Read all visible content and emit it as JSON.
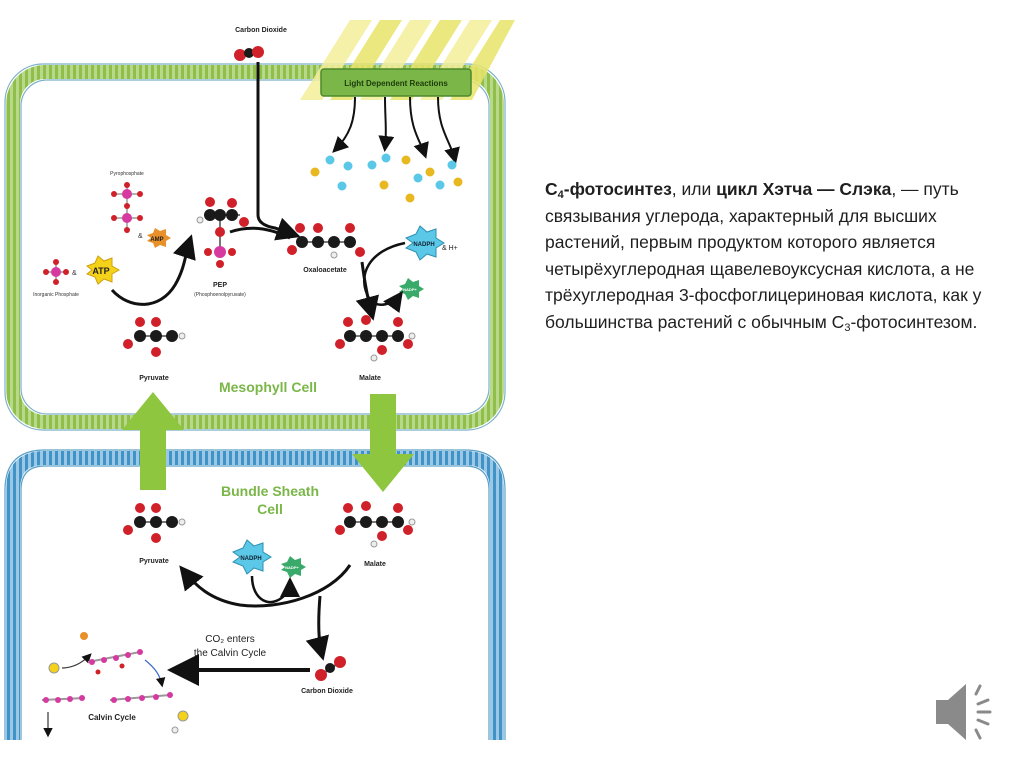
{
  "diagram": {
    "carbon_dioxide_top": "Carbon Dioxide",
    "light_reactions": "Light Dependent Reactions",
    "pyrophosphate": "Pyrophosphate",
    "amp": "AMP",
    "atp": "ATP",
    "inorganic_phosphate": "Inorganic Phosphate",
    "pep": "PEP",
    "pep_full": "(Phosphoenolpyruvate)",
    "oxaloacetate": "Oxaloacetate",
    "nadph": "NADPH",
    "nadp": "NADP+",
    "h_plus": "& H+",
    "amp_ampersand": "&",
    "atp_ampersand": "&",
    "pyruvate": "Pyruvate",
    "malate": "Malate",
    "mesophyll_cell": "Mesophyll Cell",
    "bundle_sheath_line1": "Bundle Sheath",
    "bundle_sheath_line2": "Cell",
    "co2_enters_line1": "CO₂ enters",
    "co2_enters_line2": "the Calvin Cycle",
    "carbon_dioxide_bottom": "Carbon Dioxide",
    "calvin_cycle": "Calvin Cycle"
  },
  "text": {
    "c4_prefix": "C",
    "c4_sub": "4",
    "c4_rest": "-фотосинтез",
    "mid1": ", или ",
    "hatch_slack": "цикл Хэтча — Слэка",
    "body": ", — путь связывания углерода, характерный для высших растений, первым продуктом которого является четырёхуглеродная щавелевоуксусная кислота, а не трёхуглеродная 3-фосфоглицериновая кислота, как у большинства растений с обычным С",
    "c3_sub": "3",
    "end": "-фотосинтезом."
  },
  "colors": {
    "membrane_green": "#8fbf4a",
    "membrane_blue": "#3f93c6",
    "arrow_green": "#8ec63f",
    "label_green": "#7ab648",
    "atom_red": "#d0202a",
    "atom_black": "#1a1a1a",
    "phosphate_pink": "#d63aa0"
  },
  "icons": [
    "speaker-icon"
  ]
}
